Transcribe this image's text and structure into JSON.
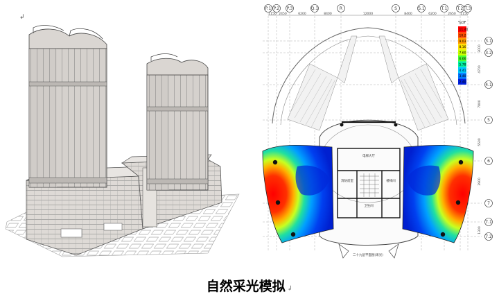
{
  "document": {
    "top_left_mark": "↲",
    "caption": "自然采光模拟",
    "caption_return_mark": "↲"
  },
  "plan": {
    "grid_columns": [
      "P.1",
      "P.2",
      "P.3",
      "Q.1",
      "R",
      "S",
      "S.1",
      "T.1",
      "T.2",
      "T.3"
    ],
    "grid_rows": [
      "3.1",
      "3.2",
      "4.1",
      "5",
      "6",
      "7",
      "7.1",
      "7.2"
    ],
    "dimensions_top": [
      "1150",
      "2450",
      "6200",
      "8400",
      "12000",
      "8400",
      "6200",
      "2650",
      "1150"
    ],
    "dimensions_right": [
      "3000",
      "4700",
      "7800",
      "5500",
      "3900",
      "1300"
    ],
    "center_labels": [
      "电梯大厅",
      "消防前室",
      "卫生间",
      "楼梯间"
    ],
    "plan_title": "二十九层平面图(采光)",
    "legend_unit": "%DF",
    "legend_values": [
      "11.40",
      "10.2",
      "9.03",
      "8.16",
      "7.60",
      "6.66",
      "5.78",
      "4.41",
      "3.40",
      "2.40"
    ],
    "legend_colors": [
      "#ff0000",
      "#ff4a00",
      "#ff9a00",
      "#ffe000",
      "#c8ff00",
      "#48ff30",
      "#00f0a0",
      "#00c8ff",
      "#0078ff",
      "#0020e0"
    ]
  }
}
